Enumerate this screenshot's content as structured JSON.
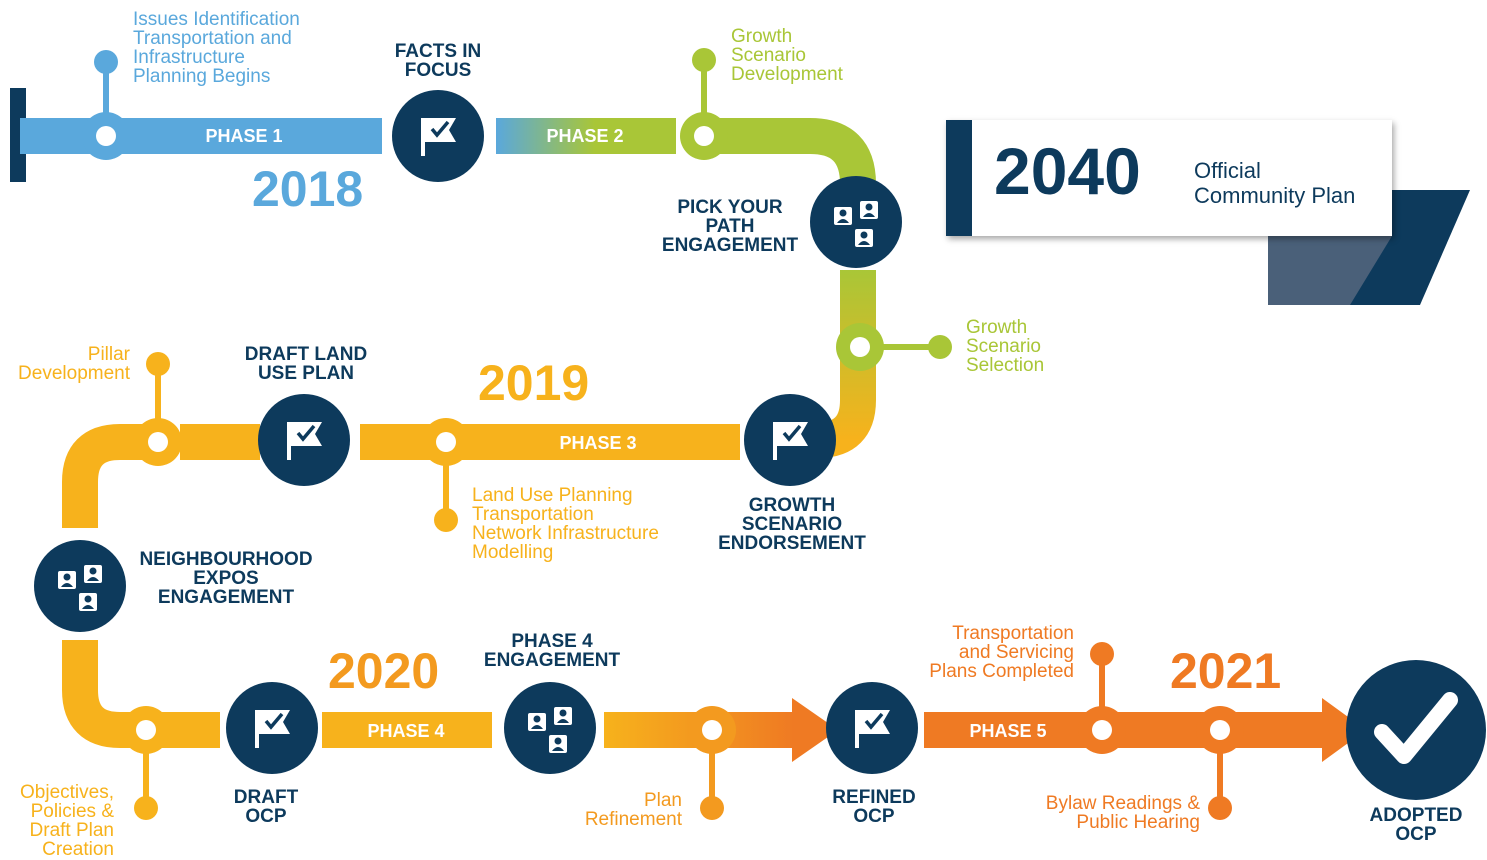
{
  "title": {
    "year": "2040",
    "text": "Official\nCommunity Plan"
  },
  "colors": {
    "navy": "#0d3a5c",
    "blue": "#5aa8dc",
    "green": "#a9c637",
    "yellow": "#f7b21c",
    "orange": "#ef7a23"
  },
  "phases": {
    "p1": "PHASE 1",
    "p2": "PHASE 2",
    "p3": "PHASE 3",
    "p4": "PHASE 4",
    "p5": "PHASE 5"
  },
  "years": {
    "y2018": "2018",
    "y2019": "2019",
    "y2020": "2020",
    "y2021": "2021"
  },
  "milestones": {
    "facts_in_focus": "FACTS IN\nFOCUS",
    "pick_your_path": "PICK YOUR\nPATH\nENGAGEMENT",
    "growth_scenario_endorsement": "GROWTH\nSCENARIO\nENDORSEMENT",
    "draft_land_use_plan": "DRAFT LAND\nUSE PLAN",
    "neighbourhood_expos": "NEIGHBOURHOOD\nEXPOS\nENGAGEMENT",
    "draft_ocp": "DRAFT\nOCP",
    "phase4_engagement": "PHASE 4\nENGAGEMENT",
    "refined_ocp": "REFINED\nOCP",
    "adopted_ocp": "ADOPTED\nOCP"
  },
  "notes": {
    "issues_identification": "Issues Identification\nTransportation and\nInfrastructure\nPlanning Begins",
    "growth_scenario_development": "Growth\nScenario\nDevelopment",
    "growth_scenario_selection": "Growth\nScenario\nSelection",
    "pillar_development": "Pillar\nDevelopment",
    "land_use_planning": "Land Use Planning\nTransportation\nNetwork Infrastructure\nModelling",
    "objectives_policies": "Objectives,\nPolicies &\nDraft Plan\nCreation",
    "plan_refinement": "Plan\nRefinement",
    "transportation_servicing": "Transportation\nand Servicing\nPlans Completed",
    "bylaw_readings": "Bylaw Readings &\nPublic Hearing"
  },
  "icons": {
    "flag": "flag-check-icon",
    "people": "people-group-icon",
    "check": "checkmark-icon"
  }
}
